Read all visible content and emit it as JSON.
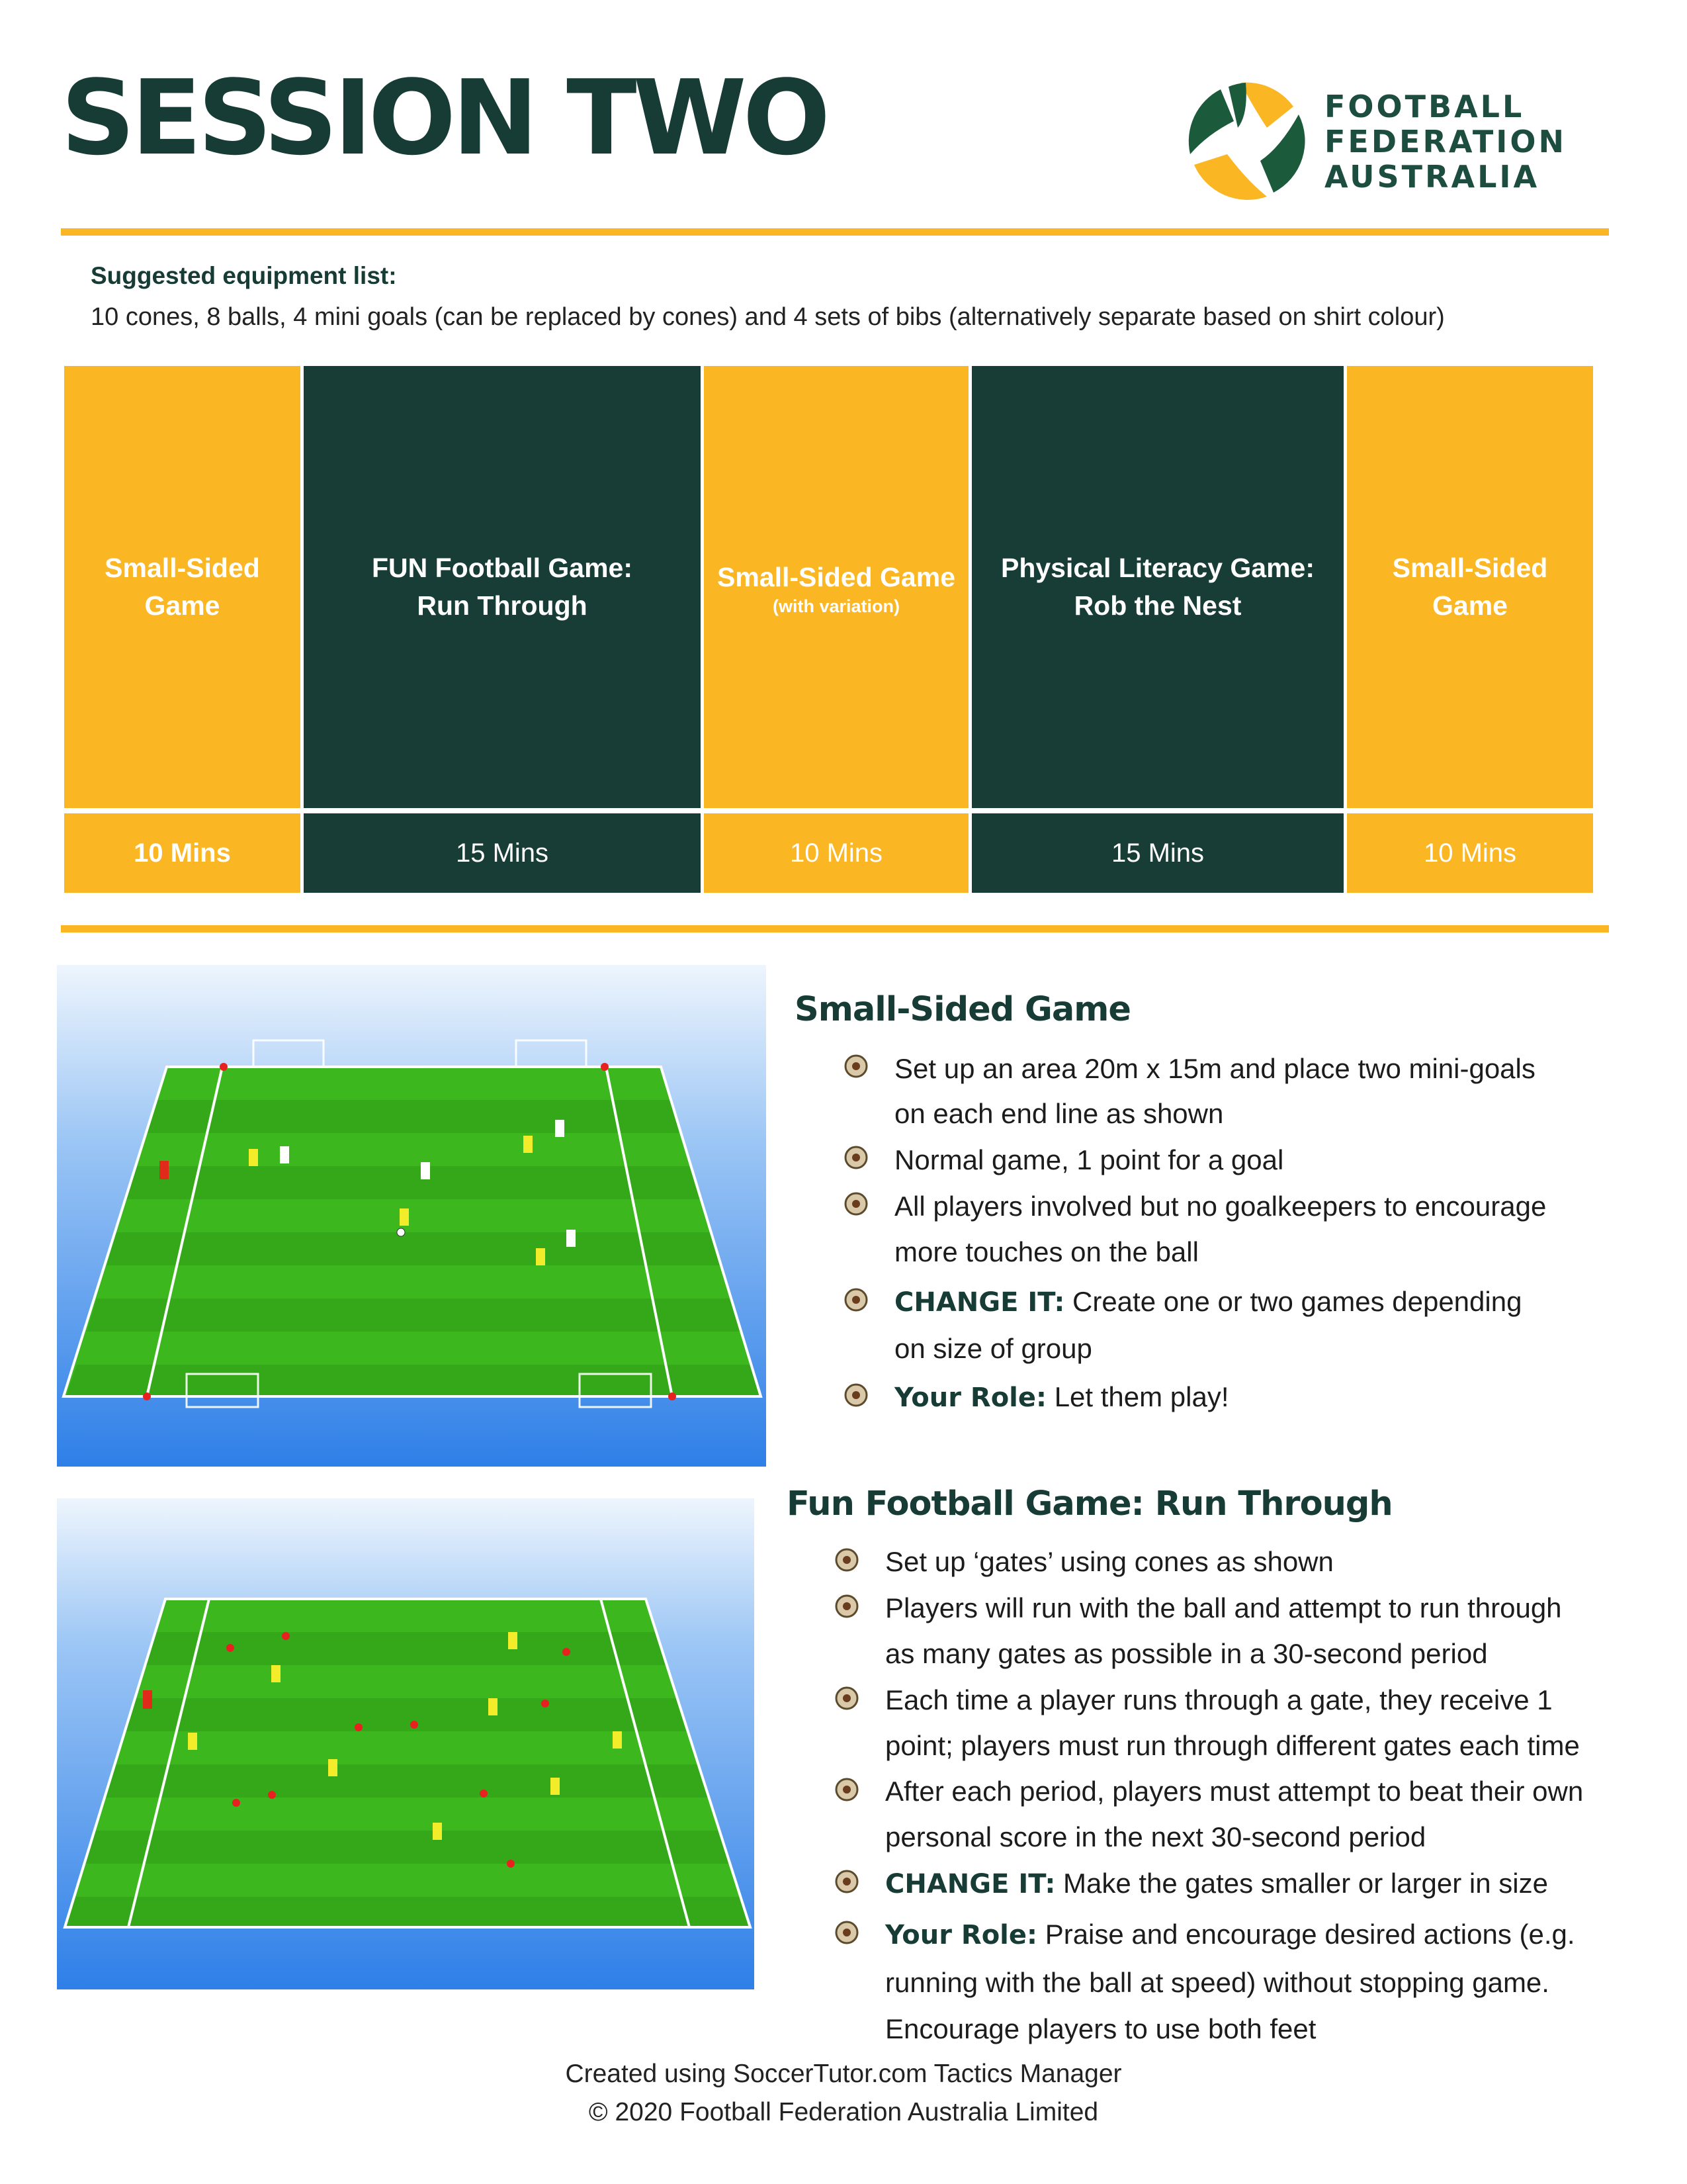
{
  "header": {
    "title": "SESSION TWO",
    "logo_lines": [
      "FOOTBALL",
      "FEDERATION",
      "AUSTRALIA"
    ]
  },
  "equipment": {
    "heading": "Suggested equipment list:",
    "text": "10 cones, 8 balls, 4 mini goals (can be replaced by cones) and 4 sets of bibs (alternatively separate based on shirt colour)"
  },
  "schedule": [
    {
      "line1": "Small-Sided",
      "line2": "Game",
      "sub": "",
      "time": "10 Mins"
    },
    {
      "line1": "FUN Football Game:",
      "line2": "Run Through",
      "sub": "",
      "time": "15 Mins"
    },
    {
      "line1": "Small-Sided Game",
      "line2": "",
      "sub": "(with variation)",
      "time": "10 Mins"
    },
    {
      "line1": "Physical Literacy Game:",
      "line2": "Rob the Nest",
      "sub": "",
      "time": "15 Mins"
    },
    {
      "line1": "Small-Sided",
      "line2": "Game",
      "sub": "",
      "time": "10 Mins"
    }
  ],
  "section1": {
    "title": "Small-Sided Game",
    "lines": [
      "Set up an area 20m x 15m and place two mini-goals",
      "on each end line as shown",
      "Normal game, 1 point for a goal",
      "All players involved but no goalkeepers to encourage",
      "more touches on the ball",
      "CHANGE IT:",
      " Create one or two games depending",
      "on size of group",
      "Your Role:",
      " Let them play!"
    ]
  },
  "section2": {
    "title": "Fun Football Game: Run Through",
    "lines": [
      "Set up ‘gates’ using cones as shown",
      "Players will run with the ball and attempt to run through",
      "as many gates as possible in a 30-second period",
      "Each time a player runs through a gate, they receive 1",
      "point; players must run through different gates each time",
      "After each period, players must attempt to beat their own",
      "personal score in the next 30-second period",
      "CHANGE IT:",
      " Make the gates smaller or larger in size",
      "Your Role:",
      " Praise and encourage desired actions (e.g.",
      "running with the ball at speed) without stopping game.",
      "Encourage players to use both feet"
    ]
  },
  "footer": {
    "line1": "Created using SoccerTutor.com Tactics Manager",
    "line2": "© 2020 Football Federation Australia Limited"
  },
  "colors": {
    "gold": "#fbb624",
    "dark_green": "#173d36",
    "pitch_green": "#3cb81e"
  }
}
